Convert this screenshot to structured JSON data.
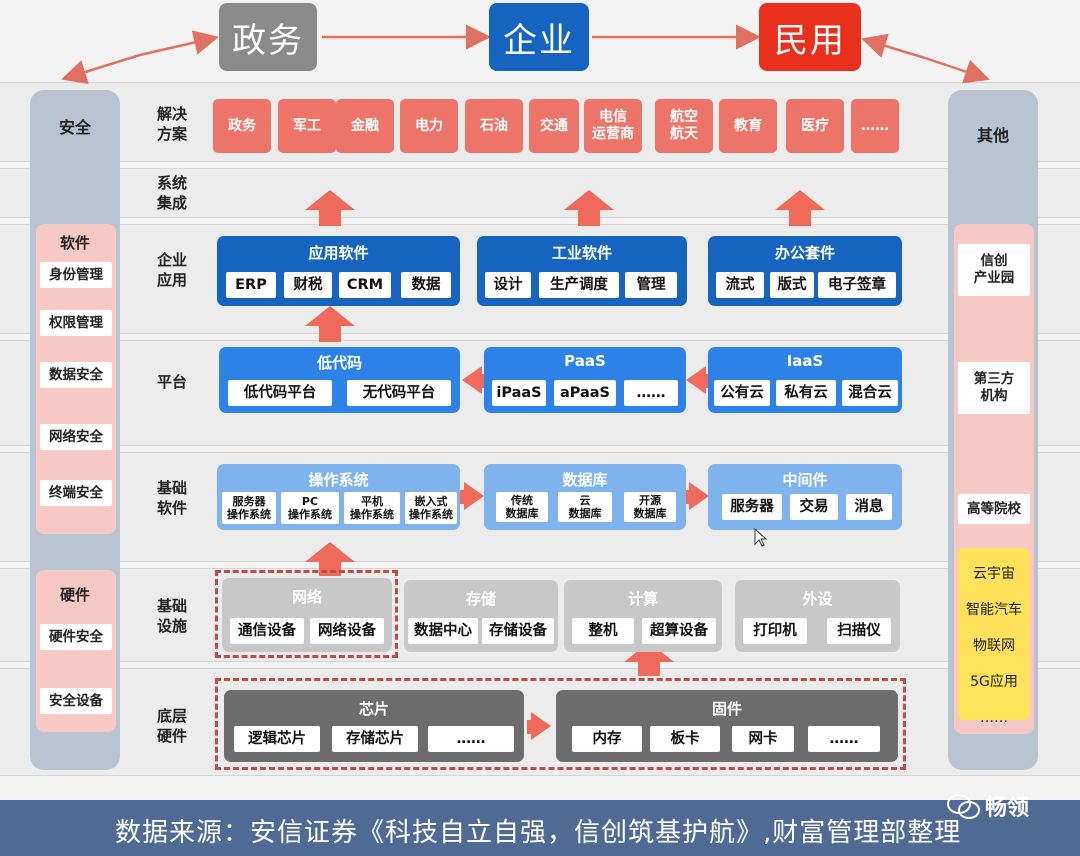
{
  "top": {
    "gov": "政务",
    "enterprise": "企业",
    "civil": "民用"
  },
  "rows": {
    "solutions": "解决\n方案",
    "integration": "系统\n集成",
    "enterprise_app": "企业\n应用",
    "platform": "平台",
    "basic_software": "基础\n软件",
    "infrastructure": "基础\n设施",
    "hardware": "底层\n硬件"
  },
  "left": {
    "title": "安全",
    "software": "软件",
    "items": [
      "身份管理",
      "权限管理",
      "数据安全",
      "网络安全",
      "终端安全"
    ],
    "hardware": "硬件",
    "hw_items": [
      "硬件安全",
      "安全设备"
    ]
  },
  "right": {
    "title": "其他",
    "items": [
      "信创\n产业园",
      "第三方\n机构",
      "高等院校"
    ],
    "yellow": [
      "云宇宙",
      "智能汽车",
      "物联网",
      "5G应用",
      "……"
    ]
  },
  "solutions": [
    "政务",
    "军工",
    "金融",
    "电力",
    "石油",
    "交通",
    "电信\n运营商",
    "航空\n航天",
    "教育",
    "医疗",
    "……"
  ],
  "app": {
    "g1": {
      "title": "应用软件",
      "items": [
        "ERP",
        "财税",
        "CRM",
        "数据"
      ]
    },
    "g2": {
      "title": "工业软件",
      "items": [
        "设计",
        "生产调度",
        "管理"
      ]
    },
    "g3": {
      "title": "办公套件",
      "items": [
        "流式",
        "版式",
        "电子签章"
      ]
    }
  },
  "platform": {
    "g1": {
      "title": "低代码",
      "items": [
        "低代码平台",
        "无代码平台"
      ]
    },
    "g2": {
      "title": "PaaS",
      "items": [
        "iPaaS",
        "aPaaS",
        "……"
      ]
    },
    "g3": {
      "title": "IaaS",
      "items": [
        "公有云",
        "私有云",
        "混合云"
      ]
    }
  },
  "basic": {
    "g1": {
      "title": "操作系统",
      "items": [
        "服务器\n操作系统",
        "PC\n操作系统",
        "平机\n操作系统",
        "嵌入式\n操作系统"
      ]
    },
    "g2": {
      "title": "数据库",
      "items": [
        "传统\n数据库",
        "云\n数据库",
        "开源\n数据库"
      ]
    },
    "g3": {
      "title": "中间件",
      "items": [
        "服务器",
        "交易",
        "消息"
      ]
    }
  },
  "infra": {
    "g1": {
      "title": "网络",
      "items": [
        "通信设备",
        "网络设备"
      ]
    },
    "g2": {
      "title": "存储",
      "items": [
        "数据中心",
        "存储设备"
      ]
    },
    "g3": {
      "title": "计算",
      "items": [
        "整机",
        "超算设备"
      ]
    },
    "g4": {
      "title": "外设",
      "items": [
        "打印机",
        "扫描仪"
      ]
    }
  },
  "hardware": {
    "g1": {
      "title": "芯片",
      "items": [
        "逻辑芯片",
        "存储芯片",
        "……"
      ]
    },
    "g2": {
      "title": "固件",
      "items": [
        "内存",
        "板卡",
        "网卡",
        "……"
      ]
    }
  },
  "footer": "数据来源：安信证券《科技自立自强，信创筑基护航》,财富管理部整理",
  "brand": "畅领",
  "colors": {
    "red": "#ec7468",
    "blue": "#1565c0",
    "gray": "#6d6d6d",
    "footer": "#4f6b95",
    "yellow": "#ffe15a"
  }
}
